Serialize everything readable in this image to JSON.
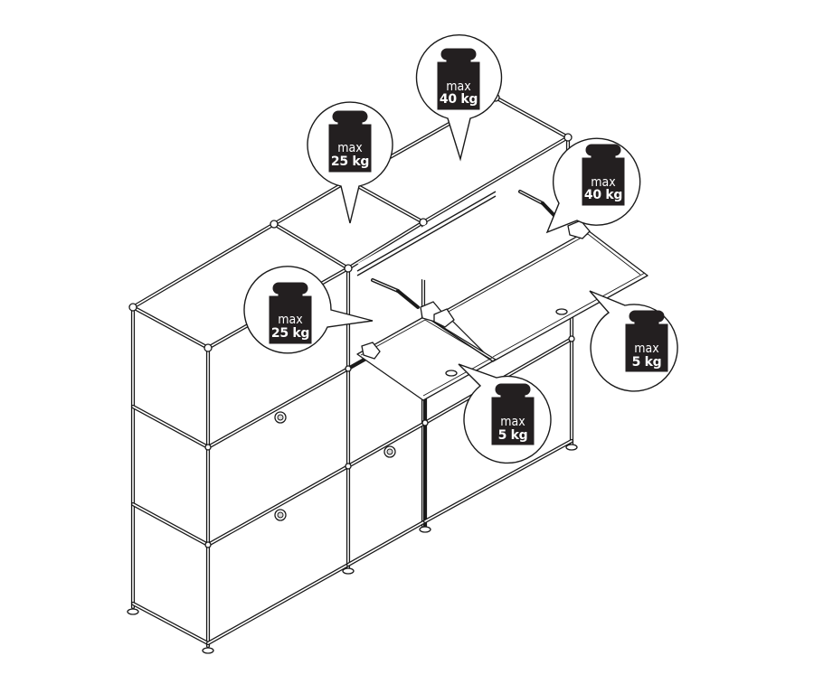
{
  "diagram": {
    "subject": "Modular steel-tube sideboard with drop-down doors and load capacities",
    "colors": {
      "line": "#1a1a1a",
      "weight_fill": "#231f20",
      "background": "#ffffff",
      "label_text": "#ffffff"
    },
    "callouts": [
      {
        "id": "top-right-shelf",
        "prefix": "max",
        "value": "40 kg",
        "target": "top surface, right module"
      },
      {
        "id": "top-left-shelf",
        "prefix": "max",
        "value": "25 kg",
        "target": "top surface, left module"
      },
      {
        "id": "inner-right-shelf",
        "prefix": "max",
        "value": "40 kg",
        "target": "inner shelf behind open flap, upper right"
      },
      {
        "id": "inner-left-shelf",
        "prefix": "max",
        "value": "25 kg",
        "target": "inner shelf behind open flap, upper middle"
      },
      {
        "id": "flap-upper",
        "prefix": "max",
        "value": "5 kg",
        "target": "open drop-down flap, upper right"
      },
      {
        "id": "flap-lower",
        "prefix": "max",
        "value": "5 kg",
        "target": "open drop-down flap, lower middle"
      }
    ]
  }
}
